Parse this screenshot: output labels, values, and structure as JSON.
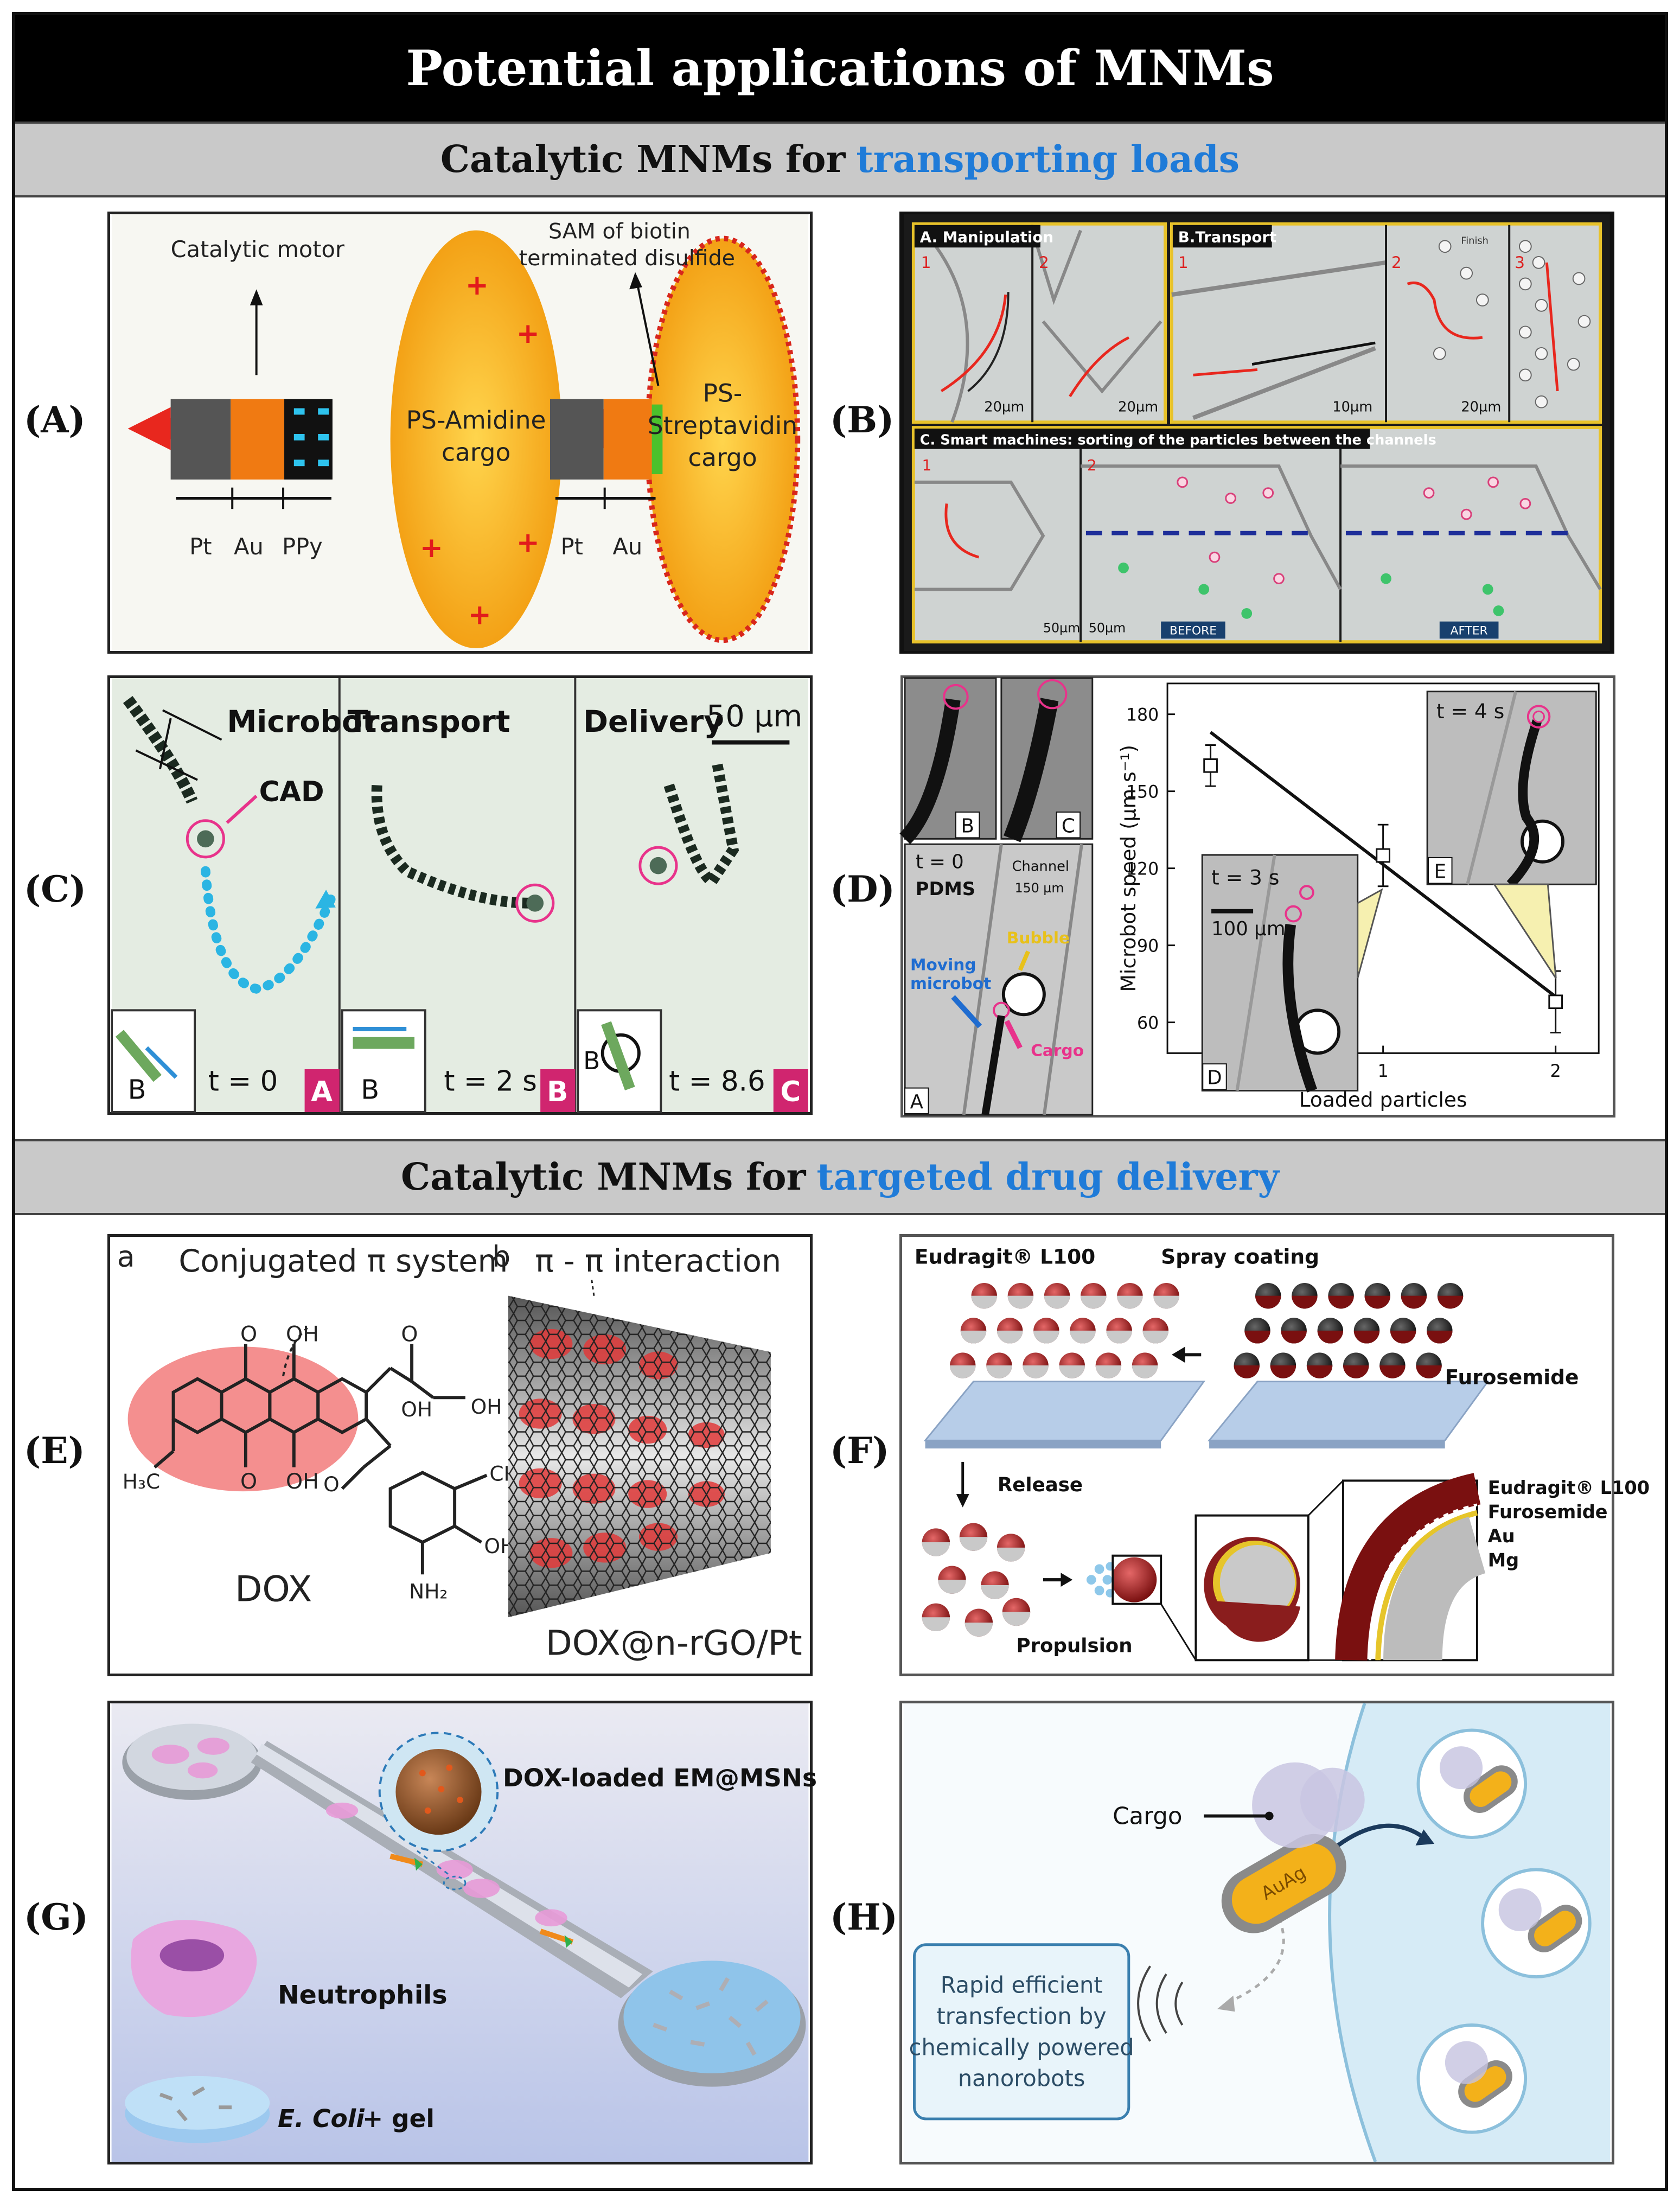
{
  "title": "Potential applications of MNMs",
  "sections": [
    {
      "prefix": "Catalytic MNMs for",
      "highlight": "transporting loads"
    },
    {
      "prefix": "Catalytic MNMs for",
      "highlight": "targeted drug delivery"
    }
  ],
  "colors": {
    "highlight": "#1f7bd8",
    "title_bg": "#000000",
    "section_bg": "#c9c9c9",
    "cargo": "#f6b81f",
    "arrow": "#e8271e"
  },
  "panel_labels": [
    "(A)",
    "(B)",
    "(C)",
    "(D)",
    "(E)",
    "(F)",
    "(G)",
    "(H)"
  ],
  "panelA": {
    "catalytic_motor": "Catalytic motor",
    "sam_line1": "SAM of biotin",
    "sam_line2": "terminated disulfide",
    "cargo1_line1": "PS-Amidine",
    "cargo1_line2": "cargo",
    "cargo2_line1": "PS-",
    "cargo2_line2": "Streptavidin",
    "cargo2_line3": "cargo",
    "pt": "Pt",
    "au": "Au",
    "ppy": "PPy"
  },
  "panelB": {
    "a_title": "A. Manipulation",
    "b_title": "B.Transport",
    "c_title": "C. Smart machines: sorting of the particles between the channels",
    "finish": "Finish",
    "n1": "1",
    "n2": "2",
    "n3": "3",
    "scale20": "20µm",
    "scale10": "10µm",
    "scale50": "50µm",
    "before": "BEFORE",
    "after": "AFTER"
  },
  "panelC": {
    "microbot": "Microbot",
    "cad": "CAD",
    "transport": "Transport",
    "delivery": "Delivery",
    "scale": "50 µm",
    "t0": "t = 0",
    "t2": "t = 2 s",
    "t86": "t = 8.6 s",
    "a": "A",
    "b": "B",
    "c": "C"
  },
  "panelD": {
    "ylabel": "Microbot speed (µm s⁻¹)",
    "xlabel": "Loaded particles",
    "t0": "t = 0",
    "pdms": "PDMS",
    "channel": "Channel",
    "channel_w": "150 µm",
    "bubble": "Bubble",
    "moving": "Moving",
    "microbot": "microbot",
    "cargo": "Cargo",
    "t3": "t = 3 s",
    "scale100": "100 µm",
    "t4": "t = 4 s",
    "a": "A",
    "b": "B",
    "c": "C",
    "d": "D",
    "e": "E"
  },
  "chart_data": {
    "type": "scatter",
    "x": [
      0,
      1,
      2
    ],
    "y": [
      160,
      125,
      68
    ],
    "yerr": [
      8,
      12,
      12
    ],
    "xlim": [
      -0.25,
      2.25
    ],
    "ylim": [
      48,
      192
    ],
    "xticks": [
      0,
      1,
      2
    ],
    "yticks": [
      60,
      90,
      120,
      150,
      180
    ],
    "fit_line": [
      [
        0,
        173
      ],
      [
        2,
        70
      ]
    ],
    "xlabel": "Loaded particles",
    "ylabel": "Microbot speed (µm s⁻¹)"
  },
  "panelE": {
    "a": "a",
    "b": "b",
    "conj": "Conjugated π system",
    "pi": "π - π interaction",
    "dox": "DOX",
    "dox_rgo": "DOX@n-rGO/Pt",
    "o": "O",
    "oh": "OH",
    "h3co": "H₃C",
    "ch3": "CH₃",
    "nh2": "NH₂"
  },
  "panelF": {
    "eudragit": "Eudragit® L100",
    "spray": "Spray coating",
    "furosemide": "Furosemide",
    "release": "Release",
    "propulsion": "Propulsion",
    "l1": "Eudragit® L100",
    "l2": "Furosemide",
    "l3": "Au",
    "l4": "Mg"
  },
  "panelG": {
    "dox": "DOX-loaded EM@MSNs",
    "neutrophils": "Neutrophils",
    "ecoli": "E. Coli",
    "gel": " + gel"
  },
  "panelH": {
    "cargo": "Cargo",
    "auag": "AuAg",
    "box1": "Rapid efficient",
    "box2": "transfection by",
    "box3": "chemically powered",
    "box4": "nanorobots"
  }
}
